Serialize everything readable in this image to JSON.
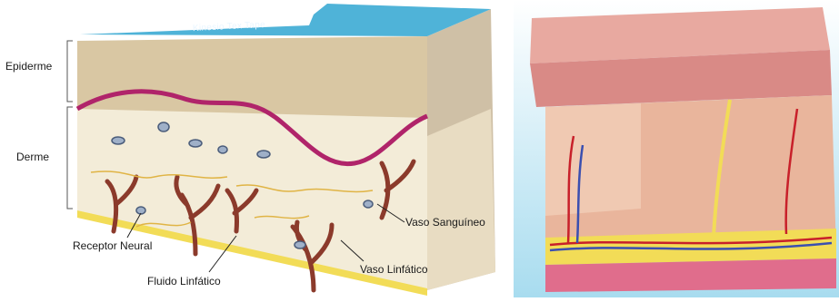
{
  "left_diagram": {
    "tape_label": "Kinesio Tex Tape",
    "layers": {
      "epidermis": "Epiderme",
      "dermis": "Derme"
    },
    "callouts": {
      "blood_vessel": "Vaso Sanguíneo",
      "neural_receptor": "Receptor Neural",
      "lymph_vessel": "Vaso Linfático",
      "lymph_fluid": "Fluido Linfático"
    }
  },
  "colors": {
    "tape": "#4fb3d8",
    "epidermis": "#d9c7a3",
    "basement_line": "#b0246a",
    "dermis": "#f1e9d2",
    "vessel_brown": "#8b3a2b",
    "fat_yellow": "#f2dc57",
    "right_skin_pink": "#e8a9a0"
  }
}
